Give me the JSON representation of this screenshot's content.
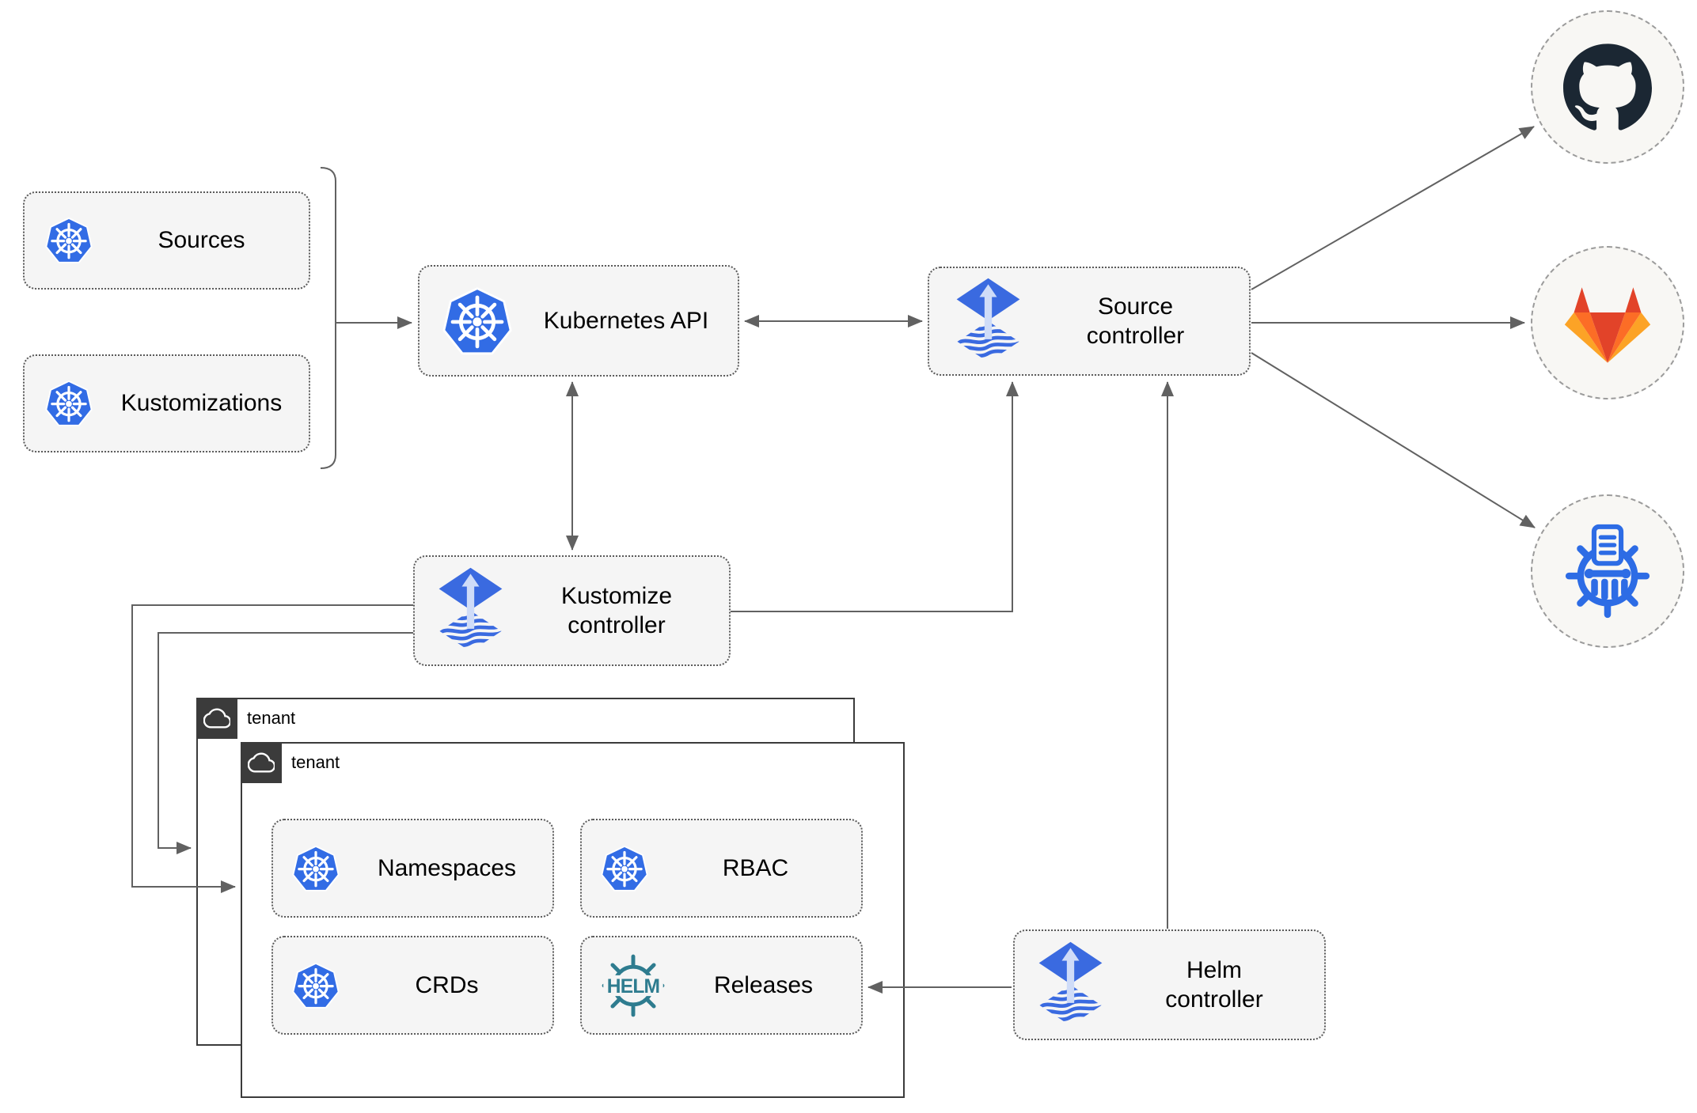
{
  "nodes": {
    "sources": {
      "label": "Sources"
    },
    "kustomizations": {
      "label": "Kustomizations"
    },
    "kubernetes_api": {
      "label": "Kubernetes API"
    },
    "source_controller": {
      "label": "Source controller"
    },
    "kustomize_controller": {
      "label": "Kustomize controller"
    },
    "helm_controller": {
      "label": "Helm controller"
    },
    "namespaces": {
      "label": "Namespaces"
    },
    "rbac": {
      "label": "RBAC"
    },
    "crds": {
      "label": "CRDs"
    },
    "releases": {
      "label": "Releases"
    }
  },
  "tenants": {
    "outer": {
      "label": "tenant"
    },
    "inner": {
      "label": "tenant"
    }
  },
  "icons": {
    "helm_wheel_text": "HELM",
    "kubernetes": "kubernetes-wheel-icon",
    "flux": "flux-controller-icon",
    "helm": "helm-wheel-icon",
    "github": "github-octocat-icon",
    "gitlab": "gitlab-tanuki-icon",
    "registry": "manifest-registry-icon",
    "cloud": "cloud-icon"
  },
  "colors": {
    "kubernetes_blue": "#326ce5",
    "flux_blue": "#3a6ae0",
    "flux_arrow_light": "#cfdcf8",
    "helm_teal": "#2e7c8f",
    "github_dark": "#1b2733",
    "gitlab_red": "#e24329",
    "gitlab_orange": "#fc6d26",
    "gitlab_amber": "#fca326",
    "registry_blue": "#2d6ce5",
    "connector_gray": "#616161",
    "node_fill": "#f5f5f5",
    "tenant_border": "#3b3b3b"
  }
}
